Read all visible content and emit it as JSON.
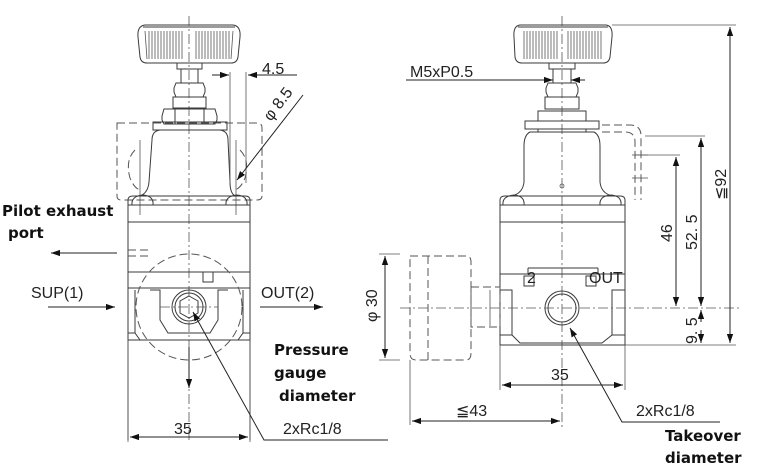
{
  "front_view": {
    "dims": {
      "width": "35",
      "gap": "4.5",
      "hole_dia": "φ 8.5"
    },
    "ports": {
      "sup": "SUP(1)",
      "out": "OUT(2)",
      "thread": "2xRc1/8"
    },
    "notes": {
      "pilot_exhaust_line1": "Pilot exhaust",
      "pilot_exhaust_line2": "port",
      "pressure_gauge_line1": "Pressure",
      "pressure_gauge_line2": "gauge",
      "pressure_gauge_line3": "diameter"
    }
  },
  "side_view": {
    "dims": {
      "stem_thread": "M5xP0.5",
      "gauge_dia": "φ 30",
      "width": "35",
      "gauge_offset": "≦43",
      "height_46": "46",
      "height_52_5": "52. 5",
      "height_total": "≦92",
      "height_9_5": "9. 5"
    },
    "ports": {
      "port_number": "2",
      "port_name": "OUT",
      "thread": "2xRc1/8"
    },
    "notes": {
      "takeover_line1": "Takeover",
      "takeover_line2": "diameter"
    }
  }
}
